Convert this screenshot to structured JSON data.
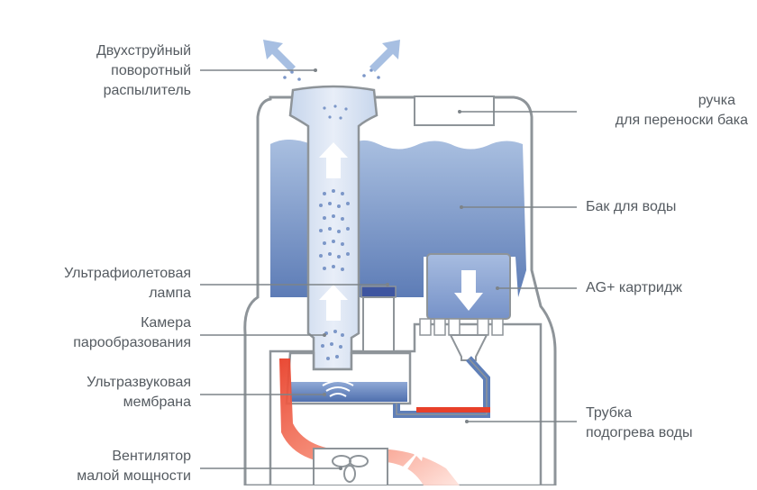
{
  "labels": {
    "sprayer": [
      "Двухструйный",
      "поворотный",
      "распылитель"
    ],
    "handle": [
      "ручка",
      "для переноски бака"
    ],
    "tank": [
      "Бак для воды"
    ],
    "uv_lamp": [
      "Ультрафиолетовая",
      "лампа"
    ],
    "cartridge": [
      "AG+ картридж"
    ],
    "chamber": [
      "Камера",
      "парообразования"
    ],
    "membrane": [
      "Ультразвуковая",
      "мембрана"
    ],
    "heater_tube": [
      "Трубка",
      "подогрева воды"
    ],
    "fan": [
      "Вентилятор",
      "малой мощности"
    ]
  },
  "colors": {
    "outline": "#8e9499",
    "water_light": "#b7c9e2",
    "water_dark": "#5f7fb8",
    "arrow": "#ffffff",
    "heat": "#e8402a",
    "label_text": "#555b61",
    "leader": "#7d8388"
  }
}
